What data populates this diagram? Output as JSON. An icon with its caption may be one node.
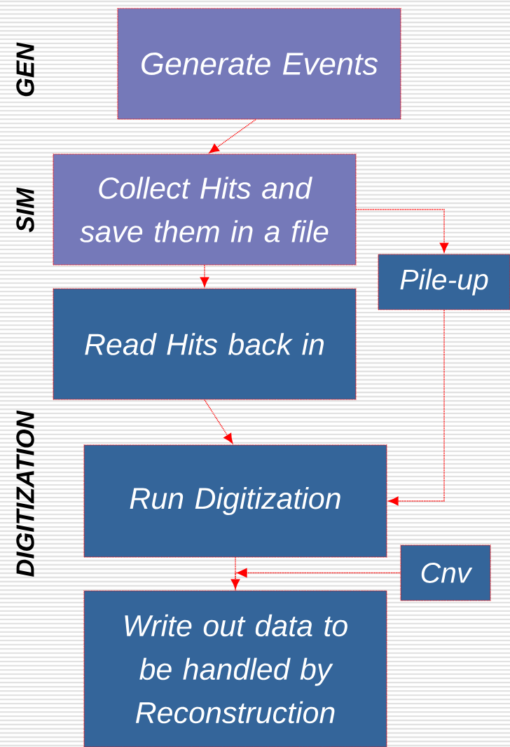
{
  "diagram": {
    "nodes": [
      {
        "text": [
          "Generate Events"
        ]
      },
      {
        "text": [
          "Collect Hits and save them in a file"
        ]
      },
      {
        "text": [
          "Pile-up"
        ]
      },
      {
        "text": [
          "Read Hits back in"
        ]
      },
      {
        "text": [
          "Run Digitization"
        ]
      },
      {
        "text": [
          "Cnv"
        ]
      },
      {
        "text": [
          "Write out data to be handled by Reconstruction"
        ]
      }
    ],
    "edges": [
      {
        "from": 0,
        "to": 1,
        "arrow": "to"
      },
      {
        "from": 1,
        "to": 2,
        "arrow": "to"
      },
      {
        "from": 1,
        "to": 3,
        "arrow": "to"
      },
      {
        "from": 3,
        "to": 4,
        "arrow": "to"
      },
      {
        "from": 2,
        "to": 4,
        "arrow": "to"
      },
      {
        "from": 4,
        "to": 6,
        "arrow": "to"
      },
      {
        "from": 5,
        "to": 6,
        "arrow": "to"
      }
    ],
    "labels": [
      "GEN",
      "SIM",
      "DIGITIZATION"
    ]
  }
}
